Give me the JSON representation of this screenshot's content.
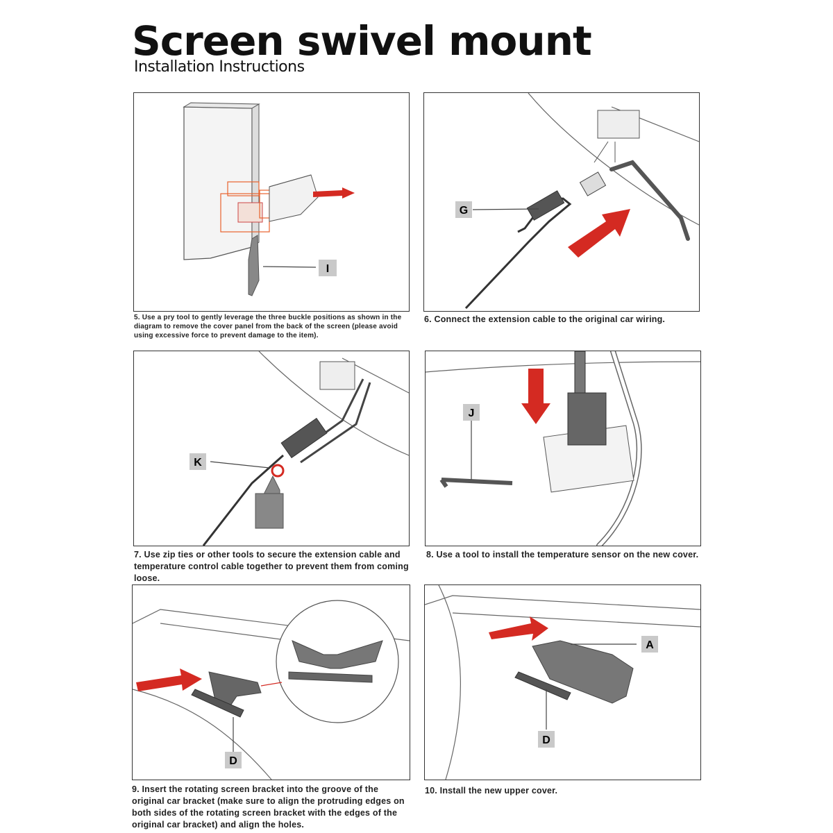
{
  "header": {
    "title": "Screen swivel mount",
    "subtitle": "Installation Instructions"
  },
  "steps": [
    {
      "label": "I",
      "caption": "5. Use a pry tool to gently leverage the three buckle positions as shown in the diagram to remove the cover panel from the back of the screen (please avoid using excessive force to prevent damage to the item)."
    },
    {
      "label": "G",
      "caption": "6. Connect the extension cable to the original car wiring."
    },
    {
      "label": "K",
      "caption": "7. Use zip ties or other tools to secure the extension cable and temperature control cable together to prevent them from coming loose."
    },
    {
      "label": "J",
      "caption": "8. Use a tool to install the temperature sensor on the new cover."
    },
    {
      "label": "D",
      "caption": "9. Insert the rotating screen bracket into the groove of the original car bracket (make sure to align the protruding edges on both sides of the rotating screen bracket with the edges of the original car bracket) and align the holes."
    },
    {
      "labels": [
        "A",
        "D"
      ],
      "caption": "10. Install the new upper cover."
    }
  ],
  "colors": {
    "arrow": "#d42a22",
    "highlight": "#e8622c",
    "tag_bg": "#c9c9c9",
    "line": "#444444"
  }
}
